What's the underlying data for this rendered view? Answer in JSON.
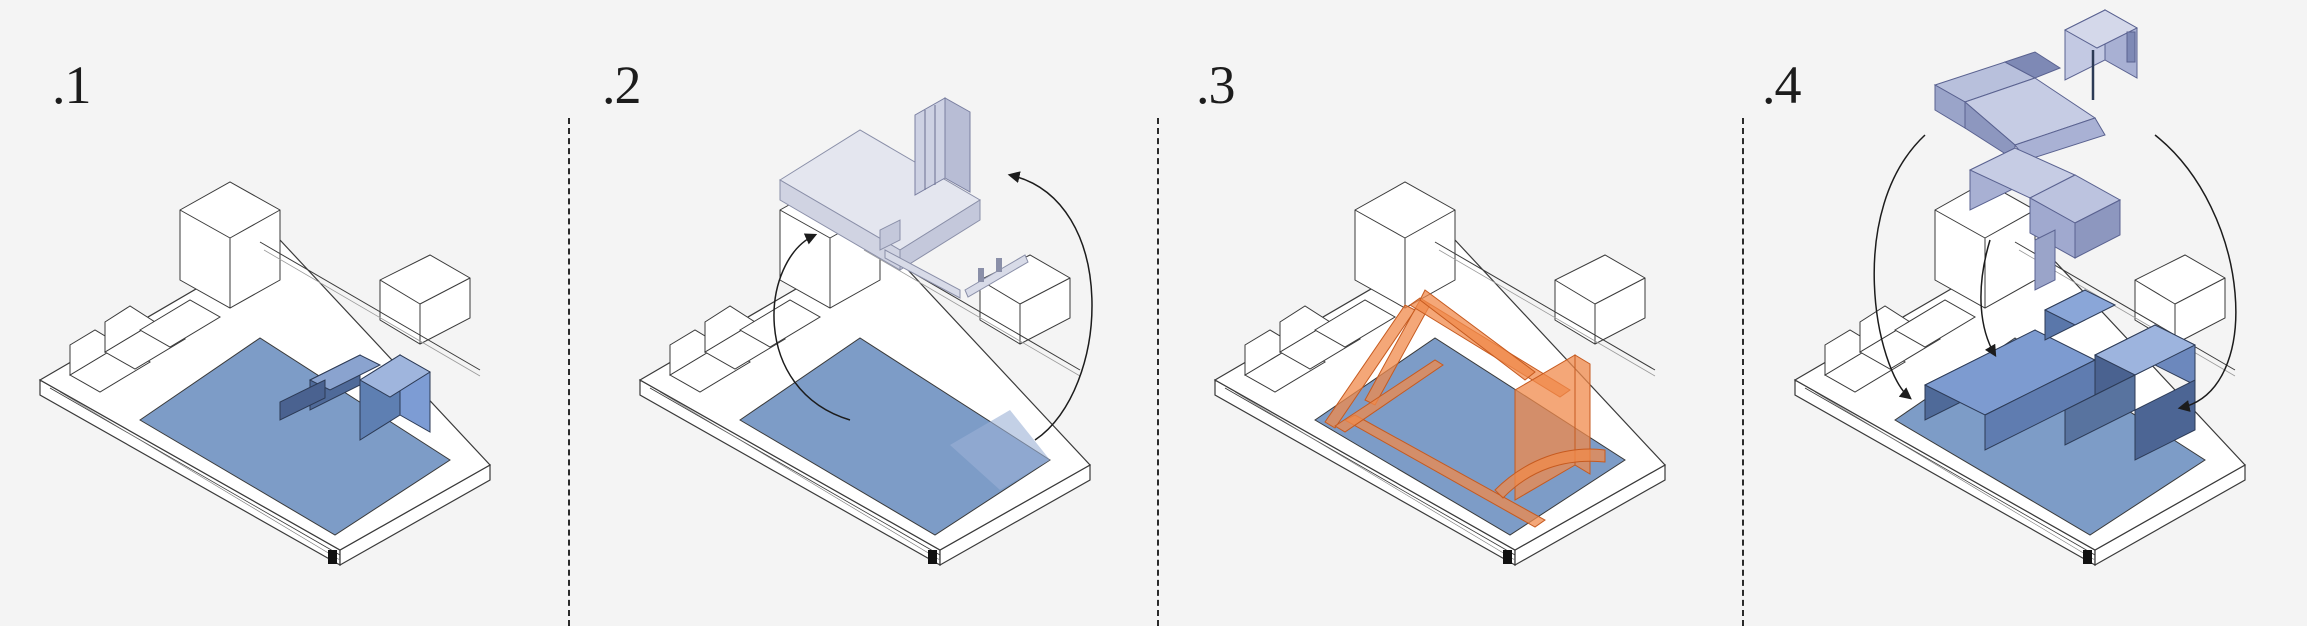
{
  "panels": [
    {
      "number": ".1"
    },
    {
      "number": ".2"
    },
    {
      "number": ".3"
    },
    {
      "number": ".4"
    }
  ],
  "colors": {
    "background": "#f4f4f4",
    "outline": "#3a3a3a",
    "site_fill": "#7d9cc7",
    "building_blue": "#6f8bbb",
    "ghost_blue": "#c8cde0",
    "orange": "#f08a4b",
    "white_mass": "#ffffff",
    "shadow": "#d3d3d3"
  }
}
